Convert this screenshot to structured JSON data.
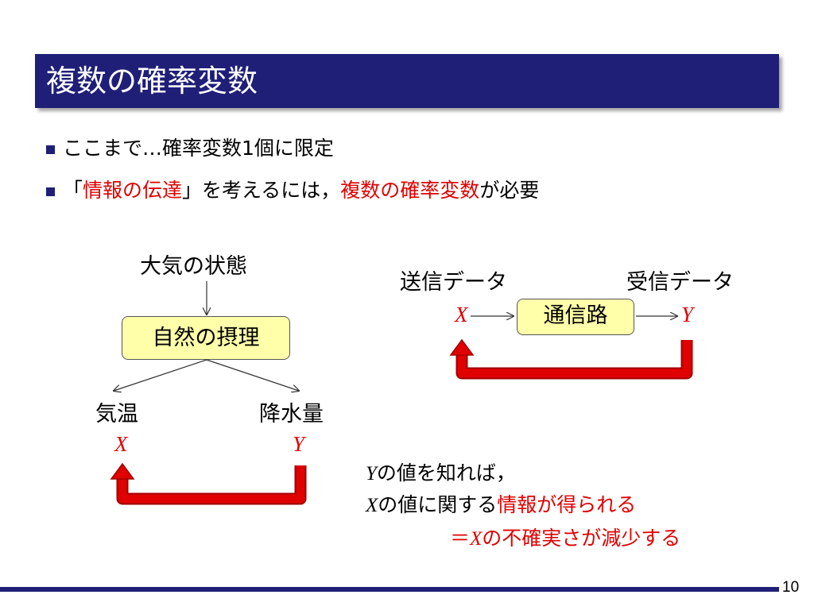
{
  "slide": {
    "title": "複数の確率変数",
    "page_number": "10"
  },
  "bullets": [
    {
      "parts": [
        "ここまで…確率変数1個に限定"
      ]
    },
    {
      "pre": "「",
      "hl1": "情報の伝達",
      "mid": "」を考えるには，",
      "hl2": "複数の確率変数",
      "post": "が必要"
    }
  ],
  "left_diagram": {
    "top_label": "大気の状態",
    "box_label": "自然の摂理",
    "left_label": "気温",
    "right_label": "降水量",
    "left_var": "X",
    "right_var": "Y"
  },
  "right_diagram": {
    "sender_label": "送信データ",
    "receiver_label": "受信データ",
    "box_label": "通信路",
    "input_var": "X",
    "output_var": "Y"
  },
  "explanation": {
    "line1_var": "Y",
    "line1_text": "の値を知れば，",
    "line2_var": "X",
    "line2_text": "の値に関する",
    "line2_red": "情報が得られる",
    "line3_prefix": "＝",
    "line3_var": "X",
    "line3_text": "の不確実さが減少する"
  },
  "colors": {
    "title_bg": "#1f1f78",
    "highlight_red": "#e00000",
    "box_fill": "#ffffaa",
    "arrow_red": "#e00000"
  }
}
